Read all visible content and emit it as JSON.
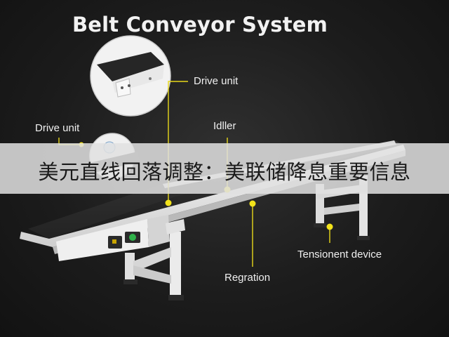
{
  "title": "Belt Conveyor System",
  "labels": {
    "drive_unit_right": "Drive unit",
    "drive_unit_left": "Drive unit",
    "idler": "Idller",
    "tensioner": "Tensionent device",
    "regration": "Regration"
  },
  "banner": {
    "text": "美元直线回落调整：美联储降息重要信息"
  },
  "colors": {
    "background": "#1c1c1c",
    "frame": "#e6e6e6",
    "belt": "#2e2e2e",
    "marker": "#f2e21a",
    "leader": "#e8d81a",
    "banner": "#e1e1e1"
  }
}
